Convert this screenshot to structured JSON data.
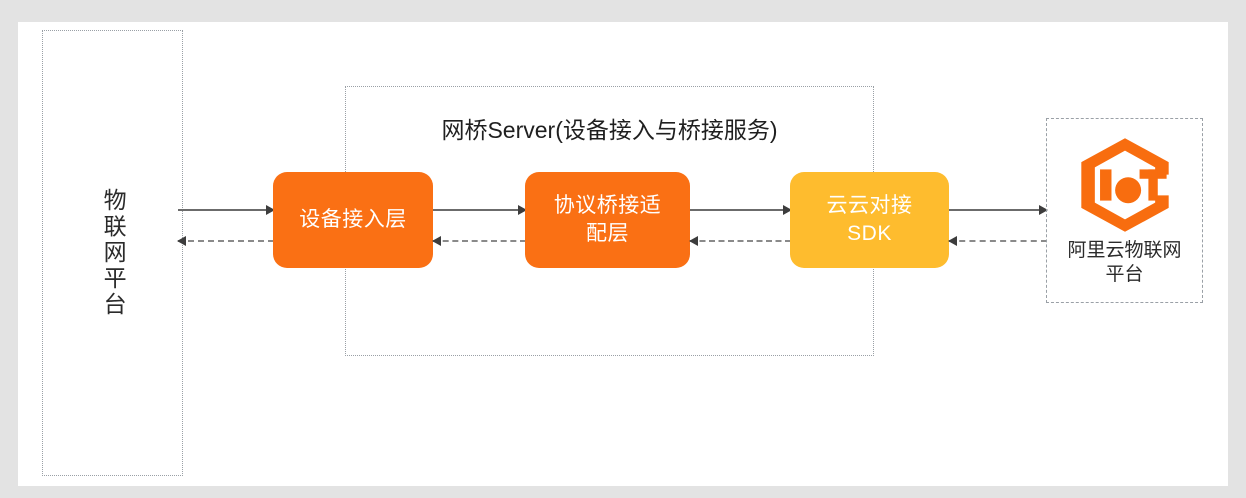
{
  "diagram": {
    "background_color": "#e3e3e3",
    "canvas_color": "#ffffff",
    "left_platform": {
      "label": "物联网平台",
      "border_style": "dotted"
    },
    "bridge_server": {
      "title": "网桥Server(设备接入与桥接服务)",
      "border_style": "dotted",
      "boxes": [
        {
          "id": "device-access",
          "label": "设备接入层",
          "color": "#fa7014"
        },
        {
          "id": "protocol-bridge",
          "label_line1": "协议桥接适",
          "label_line2": "配层",
          "color": "#fa7014"
        },
        {
          "id": "cloud-sdk",
          "label_line1": "云云对接",
          "label_line2": "SDK",
          "color": "#febc2e"
        }
      ]
    },
    "right_platform": {
      "label_line1": "阿里云物联网",
      "label_line2": "平台",
      "logo_name": "aliyun-iot-hexagon-logo",
      "logo_color": "#f86d0f",
      "border_style": "dashed"
    },
    "connectors": {
      "forward_style": "solid",
      "forward_direction": "right",
      "reverse_style": "dashed",
      "reverse_direction": "left",
      "line_color": "#6b6b6b"
    }
  }
}
